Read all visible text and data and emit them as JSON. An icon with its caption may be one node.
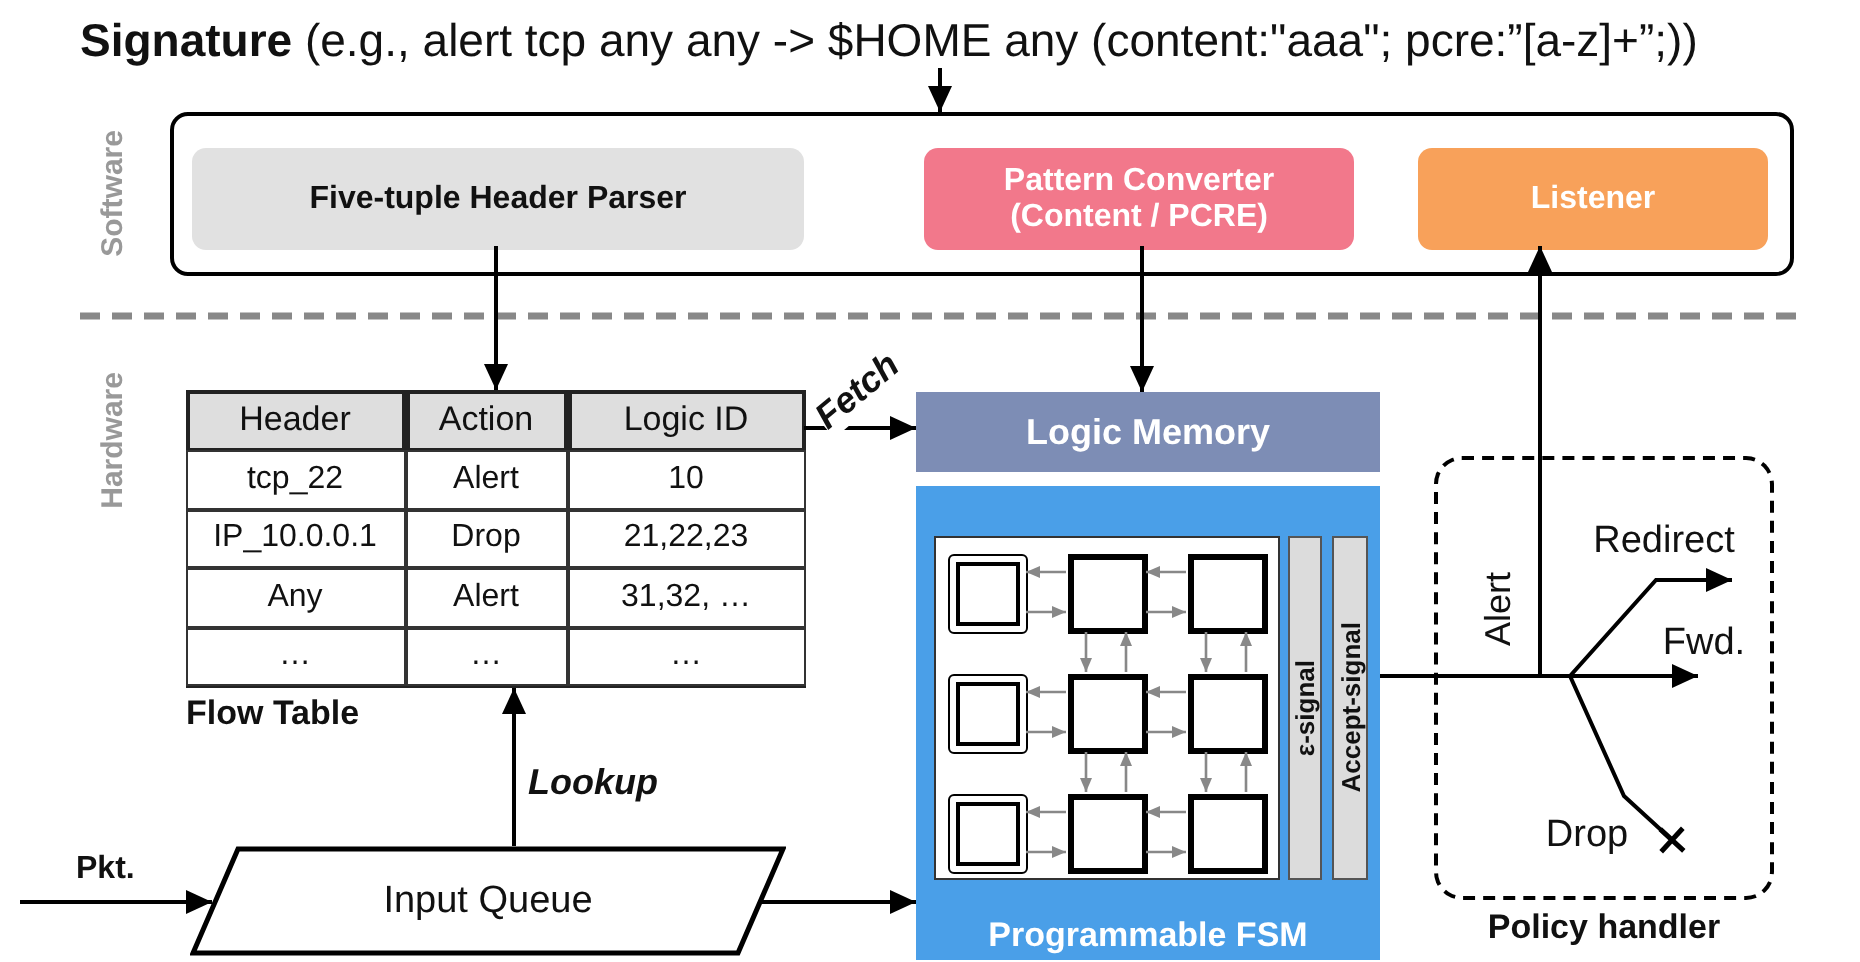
{
  "diagram": {
    "nodes": [
      {
        "text": [
          "**Signature** (e.g., alert tcp any any -> $HOME any (content:\"aaa\"; pcre:”[a-z]+”;))"
        ]
      },
      {
        "text": [],
        "shape": "box"
      },
      {
        "text": [
          "Five-tuple Header Parser"
        ],
        "in": 1
      },
      {
        "text": [
          "Pattern Converter (Content / PCRE)"
        ],
        "in": 1
      },
      {
        "text": [
          "Listener"
        ],
        "in": 1
      },
      {
        "text": [
          "Flow Table"
        ]
      },
      {
        "text": [
          "Logic Memory"
        ]
      },
      {
        "text": [
          "Programmable FSM"
        ]
      },
      {
        "text": [],
        "shape": "box",
        "in": 7
      },
      {
        "text": [],
        "shape": "box",
        "in": 8
      },
      {
        "text": [],
        "shape": "box",
        "in": 8
      },
      {
        "text": [],
        "shape": "box",
        "in": 8
      },
      {
        "text": [],
        "shape": "box",
        "in": 8
      },
      {
        "text": [],
        "shape": "box",
        "in": 8
      },
      {
        "text": [],
        "shape": "box",
        "in": 8
      },
      {
        "text": [],
        "shape": "box",
        "in": 8
      },
      {
        "text": [],
        "shape": "box",
        "in": 8
      },
      {
        "text": [],
        "shape": "box",
        "in": 8
      },
      {
        "text": [
          "ε-signal"
        ],
        "in": 7
      },
      {
        "text": [
          "Accept-signal"
        ],
        "in": 7
      },
      {
        "text": [
          "Input Queue"
        ]
      },
      {
        "text": [
          "Policy handler"
        ]
      },
      {
        "text": [
          "Redirect"
        ],
        "in": 21
      },
      {
        "text": [
          "Fwd."
        ],
        "in": 21
      },
      {
        "text": [
          "Drop"
        ],
        "in": 21
      }
    ],
    "edges": [
      {
        "from": 0,
        "to": 1,
        "arrow": "to",
        "color": "#000000"
      },
      {
        "from": 2,
        "to": 5,
        "arrow": "to",
        "color": "#000000"
      },
      {
        "from": 3,
        "to": 6,
        "arrow": "to",
        "color": "#000000"
      },
      {
        "from": 5,
        "to": 6,
        "arrow": "to",
        "label": "Fetch",
        "color": "#000000"
      },
      {
        "from": 20,
        "to": 5,
        "arrow": "to",
        "label": "Lookup",
        "color": "#000000"
      },
      {
        "from": null,
        "to": 20,
        "arrow": "to",
        "label": "Pkt.",
        "color": "#000000"
      },
      {
        "from": 20,
        "to": 7,
        "arrow": "to",
        "color": "#000000"
      },
      {
        "from": 7,
        "to": 4,
        "arrow": "to",
        "label": "Alert",
        "color": "#000000"
      },
      {
        "from": 7,
        "to": 22,
        "arrow": "to",
        "color": "#000000"
      },
      {
        "from": 7,
        "to": 23,
        "arrow": "to",
        "color": "#000000"
      },
      {
        "from": 7,
        "to": 24,
        "arrow": "other",
        "color": "#000000"
      },
      {
        "from": 10,
        "to": 9,
        "arrow": "to"
      },
      {
        "from": 9,
        "to": 10,
        "arrow": "to"
      },
      {
        "from": 11,
        "to": 10,
        "arrow": "to"
      },
      {
        "from": 10,
        "to": 11,
        "arrow": "to"
      },
      {
        "from": 13,
        "to": 12,
        "arrow": "to"
      },
      {
        "from": 12,
        "to": 13,
        "arrow": "to"
      },
      {
        "from": 14,
        "to": 13,
        "arrow": "to"
      },
      {
        "from": 13,
        "to": 14,
        "arrow": "to"
      },
      {
        "from": 16,
        "to": 15,
        "arrow": "to"
      },
      {
        "from": 15,
        "to": 16,
        "arrow": "to"
      },
      {
        "from": 17,
        "to": 16,
        "arrow": "to"
      },
      {
        "from": 16,
        "to": 17,
        "arrow": "to"
      },
      {
        "from": 10,
        "to": 13,
        "arrow": "to"
      },
      {
        "from": 13,
        "to": 10,
        "arrow": "to"
      },
      {
        "from": 13,
        "to": 16,
        "arrow": "to"
      },
      {
        "from": 16,
        "to": 13,
        "arrow": "to"
      },
      {
        "from": 11,
        "to": 14,
        "arrow": "to"
      },
      {
        "from": 14,
        "to": 11,
        "arrow": "to"
      },
      {
        "from": 14,
        "to": 17,
        "arrow": "to"
      },
      {
        "from": 17,
        "to": 14,
        "arrow": "to"
      }
    ],
    "labels": [
      "Software",
      "Hardware",
      "Header",
      "Action",
      "Logic ID",
      "tcp_22",
      "Alert",
      "10",
      "IP_10.0.0.1",
      "Drop",
      "21,22,23",
      "Any",
      "Alert",
      "31,32, …",
      "…",
      "…",
      "…"
    ]
  }
}
